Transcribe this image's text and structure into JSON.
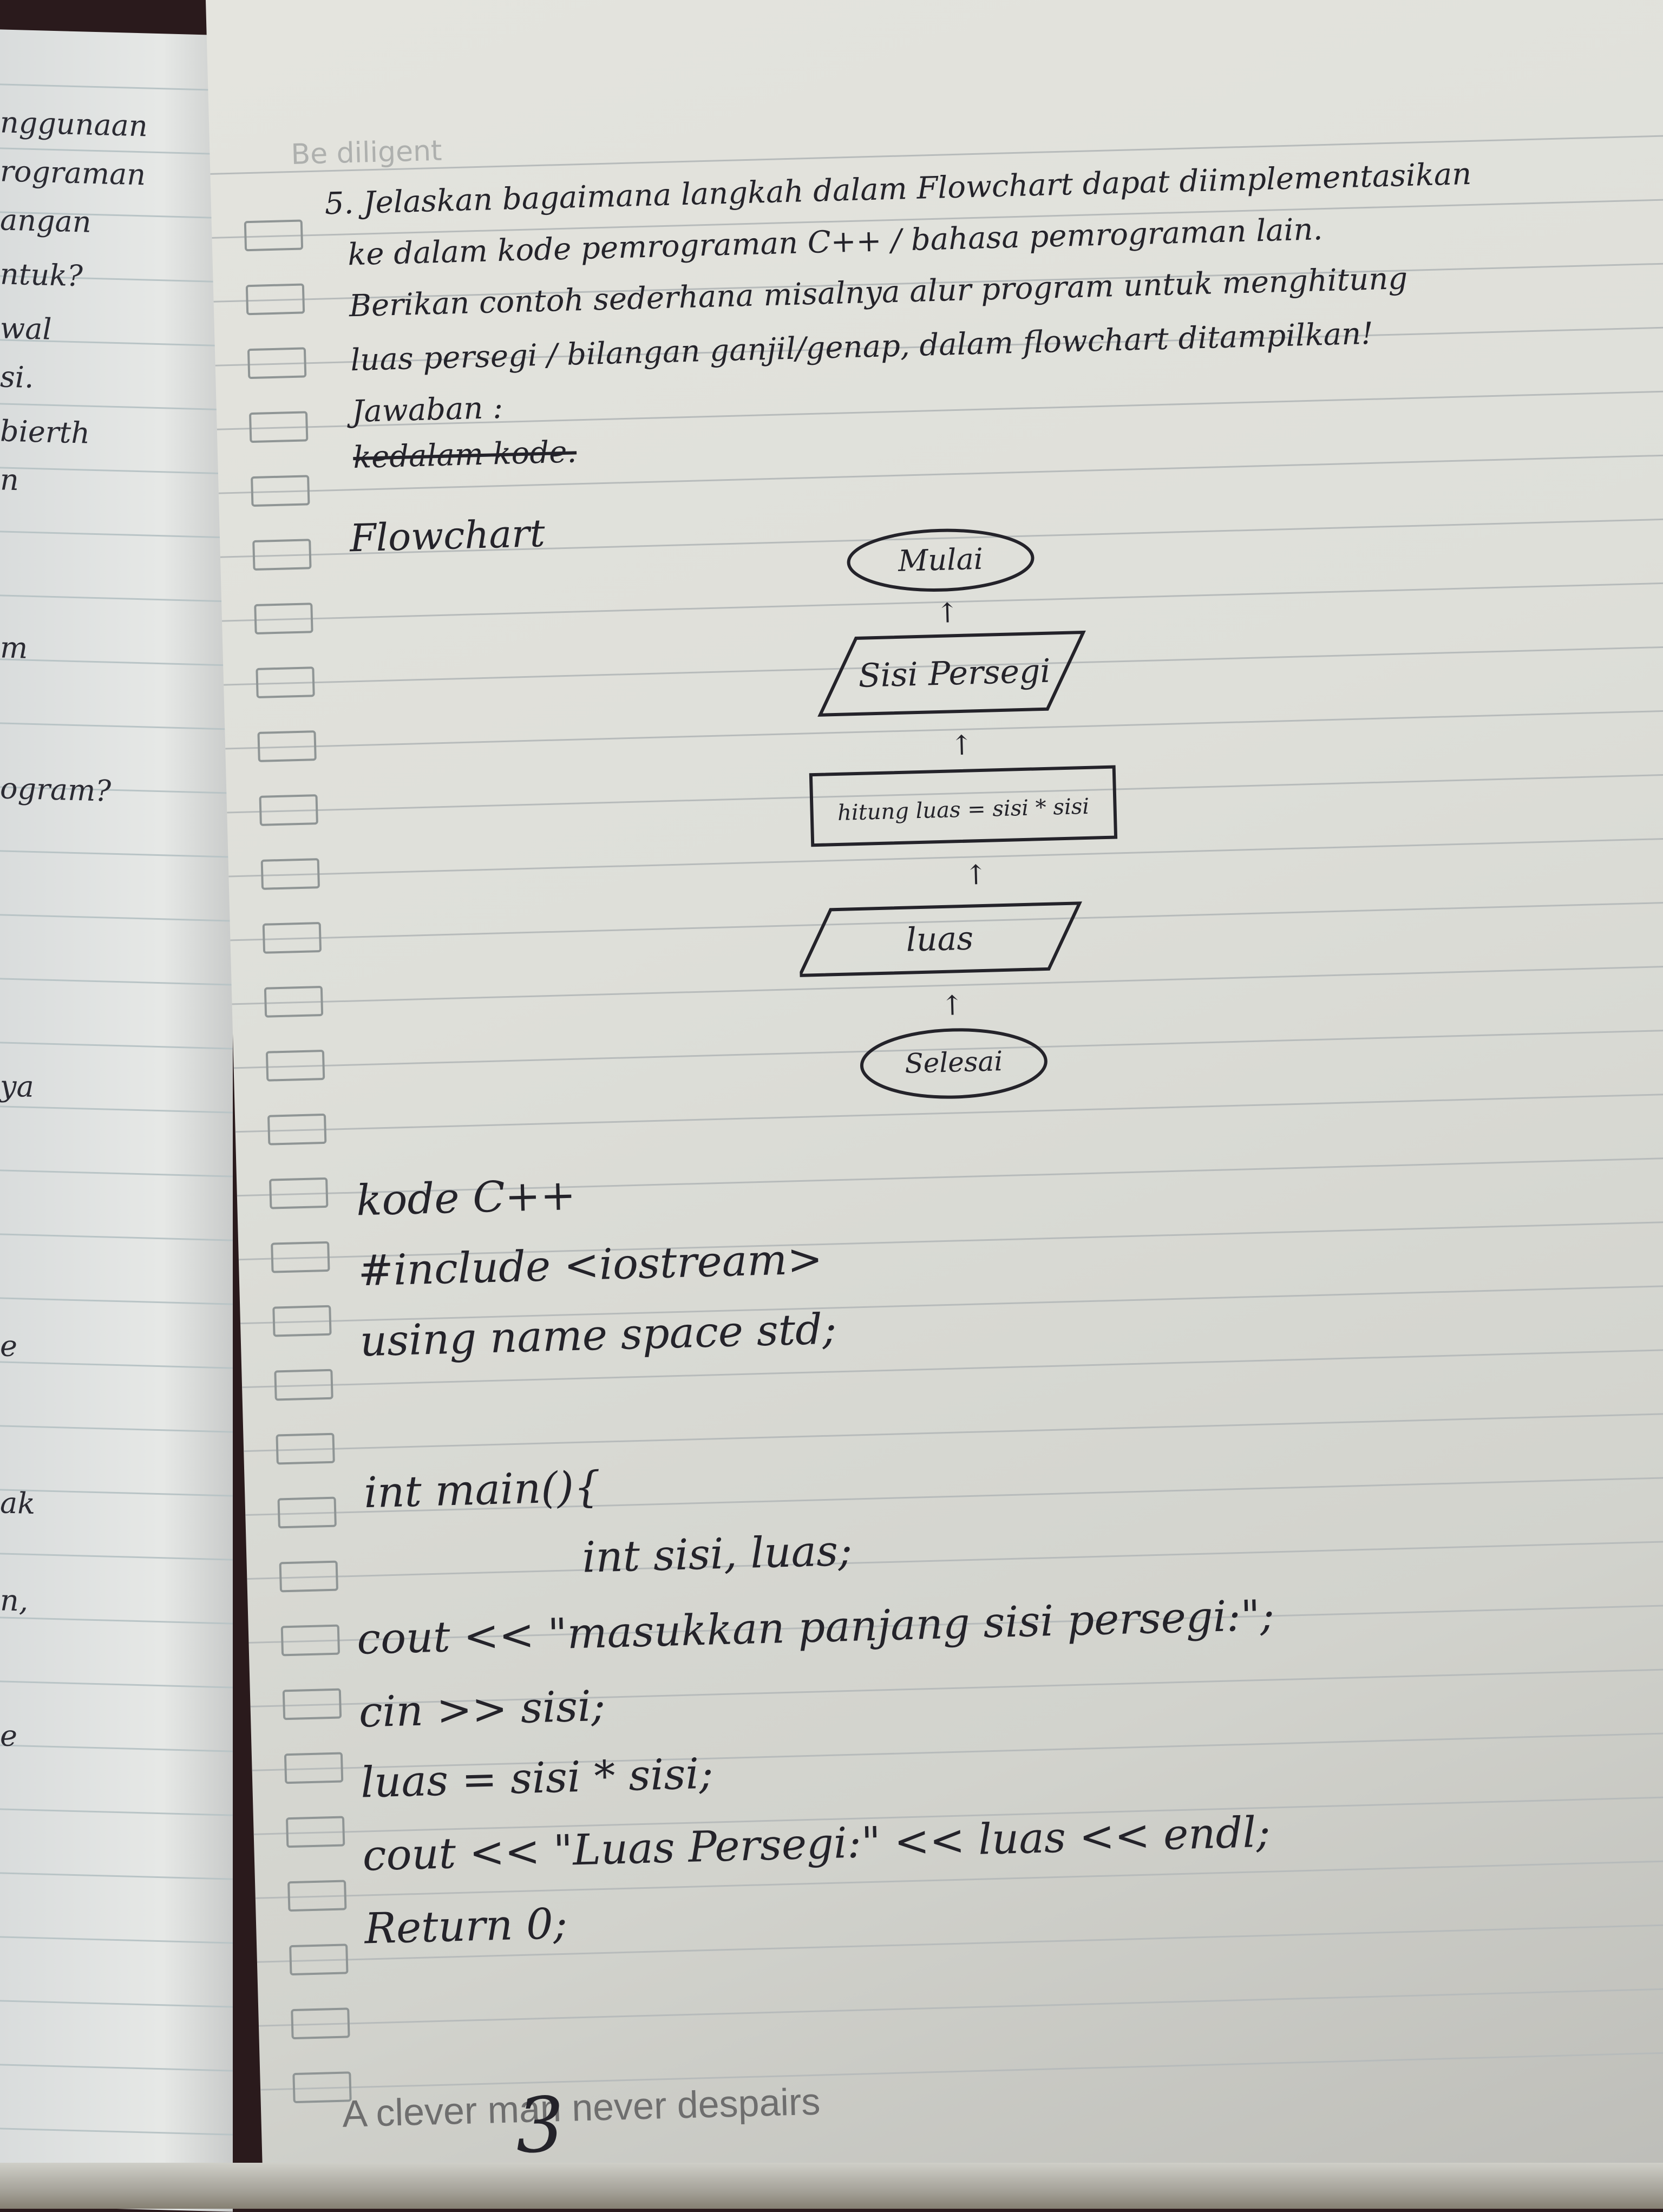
{
  "left_page": {
    "fragments": [
      "nggunaan",
      "rograman",
      "angan",
      "ntuk?",
      "wal",
      "si.",
      "bierth",
      "n",
      "m",
      "ogram?",
      "ya",
      "e",
      "ak",
      "n,",
      "e"
    ]
  },
  "brand": "Be diligent",
  "question": {
    "lines": [
      "5. Jelaskan bagaimana langkah dalam Flowchart dapat diimplementasikan",
      "ke dalam kode pemrograman C++ / bahasa pemrograman lain.",
      "Berikan contoh sederhana misalnya alur program untuk menghitung",
      "luas persegi / bilangan ganjil/genap, dalam flowchart ditampilkan!",
      "Jawaban :"
    ],
    "struck": "kedalam kode."
  },
  "flowchart": {
    "heading": "Flowchart",
    "start": "Mulai",
    "input": "Sisi Persegi",
    "process": "hitung luas = sisi * sisi",
    "output": "luas",
    "end": "Selesai",
    "arrow": "↑"
  },
  "code": {
    "heading": "kode C++",
    "lines": [
      "#include <iostream>",
      "using name space std;",
      "int main(){",
      "int sisi, luas;",
      "cout << \"masukkan panjang sisi persegi:\";",
      "cin >> sisi;",
      "luas = sisi * sisi;",
      "cout << \"Luas Persegi:\" << luas << endl;",
      "Return 0;"
    ]
  },
  "footer": {
    "slogan": "A clever man never despairs",
    "mark": "3"
  }
}
